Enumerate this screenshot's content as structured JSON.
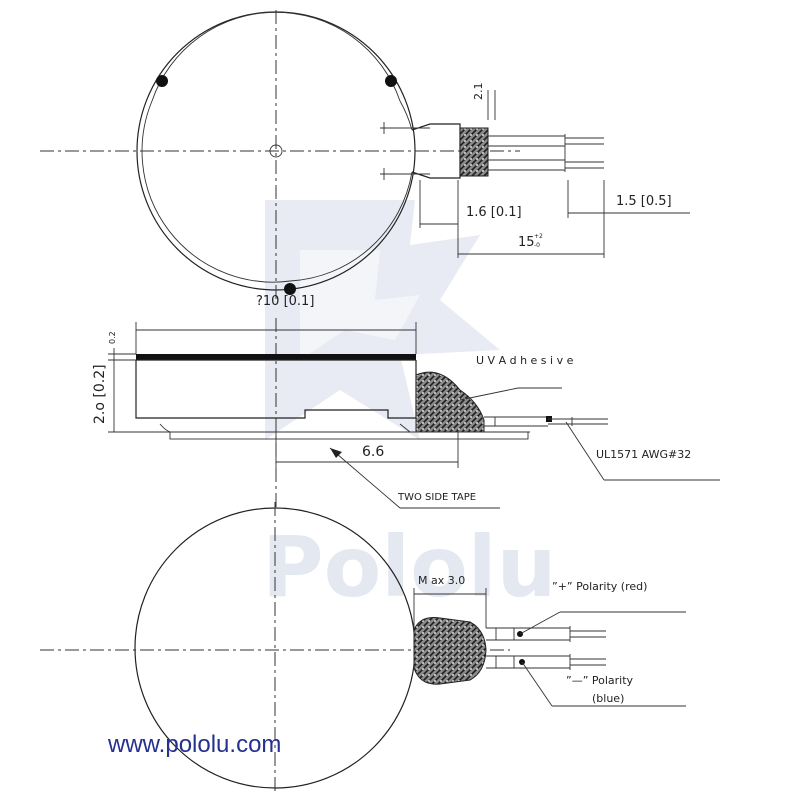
{
  "watermark": {
    "brand": "Pololu"
  },
  "footer": {
    "url": "www.pololu.com"
  },
  "dimensions": {
    "top_height": "2.1",
    "lead_length": "1.6 [0.1]",
    "strip_length": "1.5 [0.5]",
    "wire_length": "15",
    "wire_tol_top": "+2",
    "wire_tol_bottom": "-0",
    "diameter": "?10 [0.1]",
    "thickness": "2.o [0.2]",
    "top_gap": "0.2",
    "tape_width": "6.6",
    "max_blob": "M ax 3.0"
  },
  "labels": {
    "uv_adhesive": "U V  A d h e s i v e",
    "wire_spec": "UL1571  AWG#32",
    "tape": "TWO SIDE TAPE",
    "pos_polarity": "”+” Polarity (red)",
    "neg_polarity_1": "”—” Polarity",
    "neg_polarity_2": "(blue)"
  }
}
